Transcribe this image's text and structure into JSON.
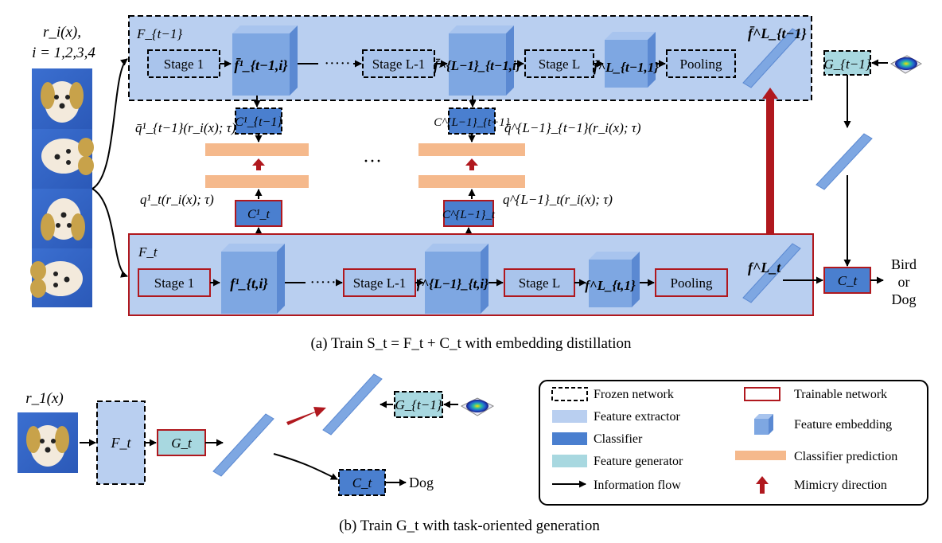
{
  "part_a": {
    "caption": "(a)  Train S_t = F_t + C_t with embedding distillation",
    "input": {
      "label_line1": "r_i(x),",
      "label_line2": "i = 1,2,3,4"
    },
    "frozen_net": {
      "name": "F_{t−1}",
      "stage1": "Stage 1",
      "emb1": "f̄¹_{t−1,i}",
      "dots": "·····",
      "stageL1": "Stage L-1",
      "embL1": "f̄^{L−1}_{t−1,i}",
      "stageL": "Stage L",
      "embL": "f̄^L_{t−1,1}",
      "pooling": "Pooling",
      "out": "f̄^L_{t−1}"
    },
    "generator": "G_{t−1}",
    "frozen_classifiers": [
      "C¹_{t−1}",
      "C^{L−1}_{t−1}"
    ],
    "frozen_preds": [
      "q̄¹_{t−1}(r_i(x); τ)",
      "q̄^{L−1}_{t−1}(r_i(x); τ)"
    ],
    "mid_dots": "···",
    "trainable_classifiers": [
      "C¹_t",
      "C^{L−1}_t"
    ],
    "trainable_preds": [
      "q¹_t(r_i(x); τ)",
      "q^{L−1}_t(r_i(x); τ)"
    ],
    "train_net": {
      "name": "F_t",
      "stage1": "Stage 1",
      "emb1": "f¹_{t,i}",
      "dots": "·····",
      "stageL1": "Stage L-1",
      "embL1": "f^{L−1}_{t,i}",
      "stageL": "Stage L",
      "embL": "f^L_{t,1}",
      "pooling": "Pooling",
      "out": "f^L_t"
    },
    "classifier": "C_t",
    "output": [
      "Bird",
      "or",
      "Dog"
    ]
  },
  "part_b": {
    "caption": "(b)  Train G_t with task-oriented generation",
    "input_label": "r_1(x)",
    "extractor": "F_t",
    "generator": "G_t",
    "old_generator": "G_{t−1}",
    "classifier": "C_t",
    "output": "Dog"
  },
  "legend": {
    "items": [
      "Frozen network",
      "Trainable  network",
      "Feature extractor",
      "Feature embedding",
      "Classifier",
      "Feature generator",
      "Classifier prediction",
      "Information flow",
      "Mimicry direction"
    ]
  },
  "colors": {
    "light_blue": "#b9cff0",
    "mid_blue": "#4a7fcf",
    "cube_blue": "#7ea7e2",
    "teal": "#a8d8e0",
    "orange": "#f5b98c",
    "red": "#b0181e"
  }
}
